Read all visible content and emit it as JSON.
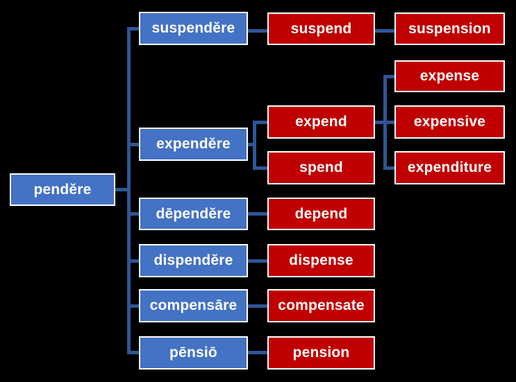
{
  "diagram": {
    "description": "Etymology tree of the Latin root pendĕre and its English derivatives",
    "colors": {
      "background": "#000000",
      "latin_box_fill": "#4472C4",
      "english_box_fill": "#C00000",
      "box_border": "#FFFFFF",
      "connector_line": "#2F5597",
      "text": "#FFFFFF"
    },
    "nodes": {
      "pendere": {
        "label": "pendĕre",
        "type": "latin"
      },
      "suspendere": {
        "label": "suspendĕre",
        "type": "latin"
      },
      "expendere": {
        "label": "expendĕre",
        "type": "latin"
      },
      "dependere": {
        "label": "dēpendĕre",
        "type": "latin"
      },
      "dispendere": {
        "label": "dispendĕre",
        "type": "latin"
      },
      "compensare": {
        "label": "compensāre",
        "type": "latin"
      },
      "pensio": {
        "label": "pēnsiō",
        "type": "latin"
      },
      "suspend": {
        "label": "suspend",
        "type": "english"
      },
      "suspension": {
        "label": "suspension",
        "type": "english"
      },
      "expend": {
        "label": "expend",
        "type": "english"
      },
      "spend": {
        "label": "spend",
        "type": "english"
      },
      "expense": {
        "label": "expense",
        "type": "english"
      },
      "expensive": {
        "label": "expensive",
        "type": "english"
      },
      "expenditure": {
        "label": "expenditure",
        "type": "english"
      },
      "depend": {
        "label": "depend",
        "type": "english"
      },
      "dispense": {
        "label": "dispense",
        "type": "english"
      },
      "compensate": {
        "label": "compensate",
        "type": "english"
      },
      "pension": {
        "label": "pension",
        "type": "english"
      }
    },
    "edges": [
      [
        "pendere",
        "suspendere"
      ],
      [
        "pendere",
        "expendere"
      ],
      [
        "pendere",
        "dependere"
      ],
      [
        "pendere",
        "dispendere"
      ],
      [
        "pendere",
        "compensare"
      ],
      [
        "pendere",
        "pensio"
      ],
      [
        "suspendere",
        "suspend"
      ],
      [
        "suspend",
        "suspension"
      ],
      [
        "expendere",
        "expend"
      ],
      [
        "expendere",
        "spend"
      ],
      [
        "expend",
        "expense"
      ],
      [
        "expend",
        "expensive"
      ],
      [
        "expend",
        "expenditure"
      ],
      [
        "dependere",
        "depend"
      ],
      [
        "dispendere",
        "dispense"
      ],
      [
        "compensare",
        "compensate"
      ],
      [
        "pensio",
        "pension"
      ]
    ]
  }
}
